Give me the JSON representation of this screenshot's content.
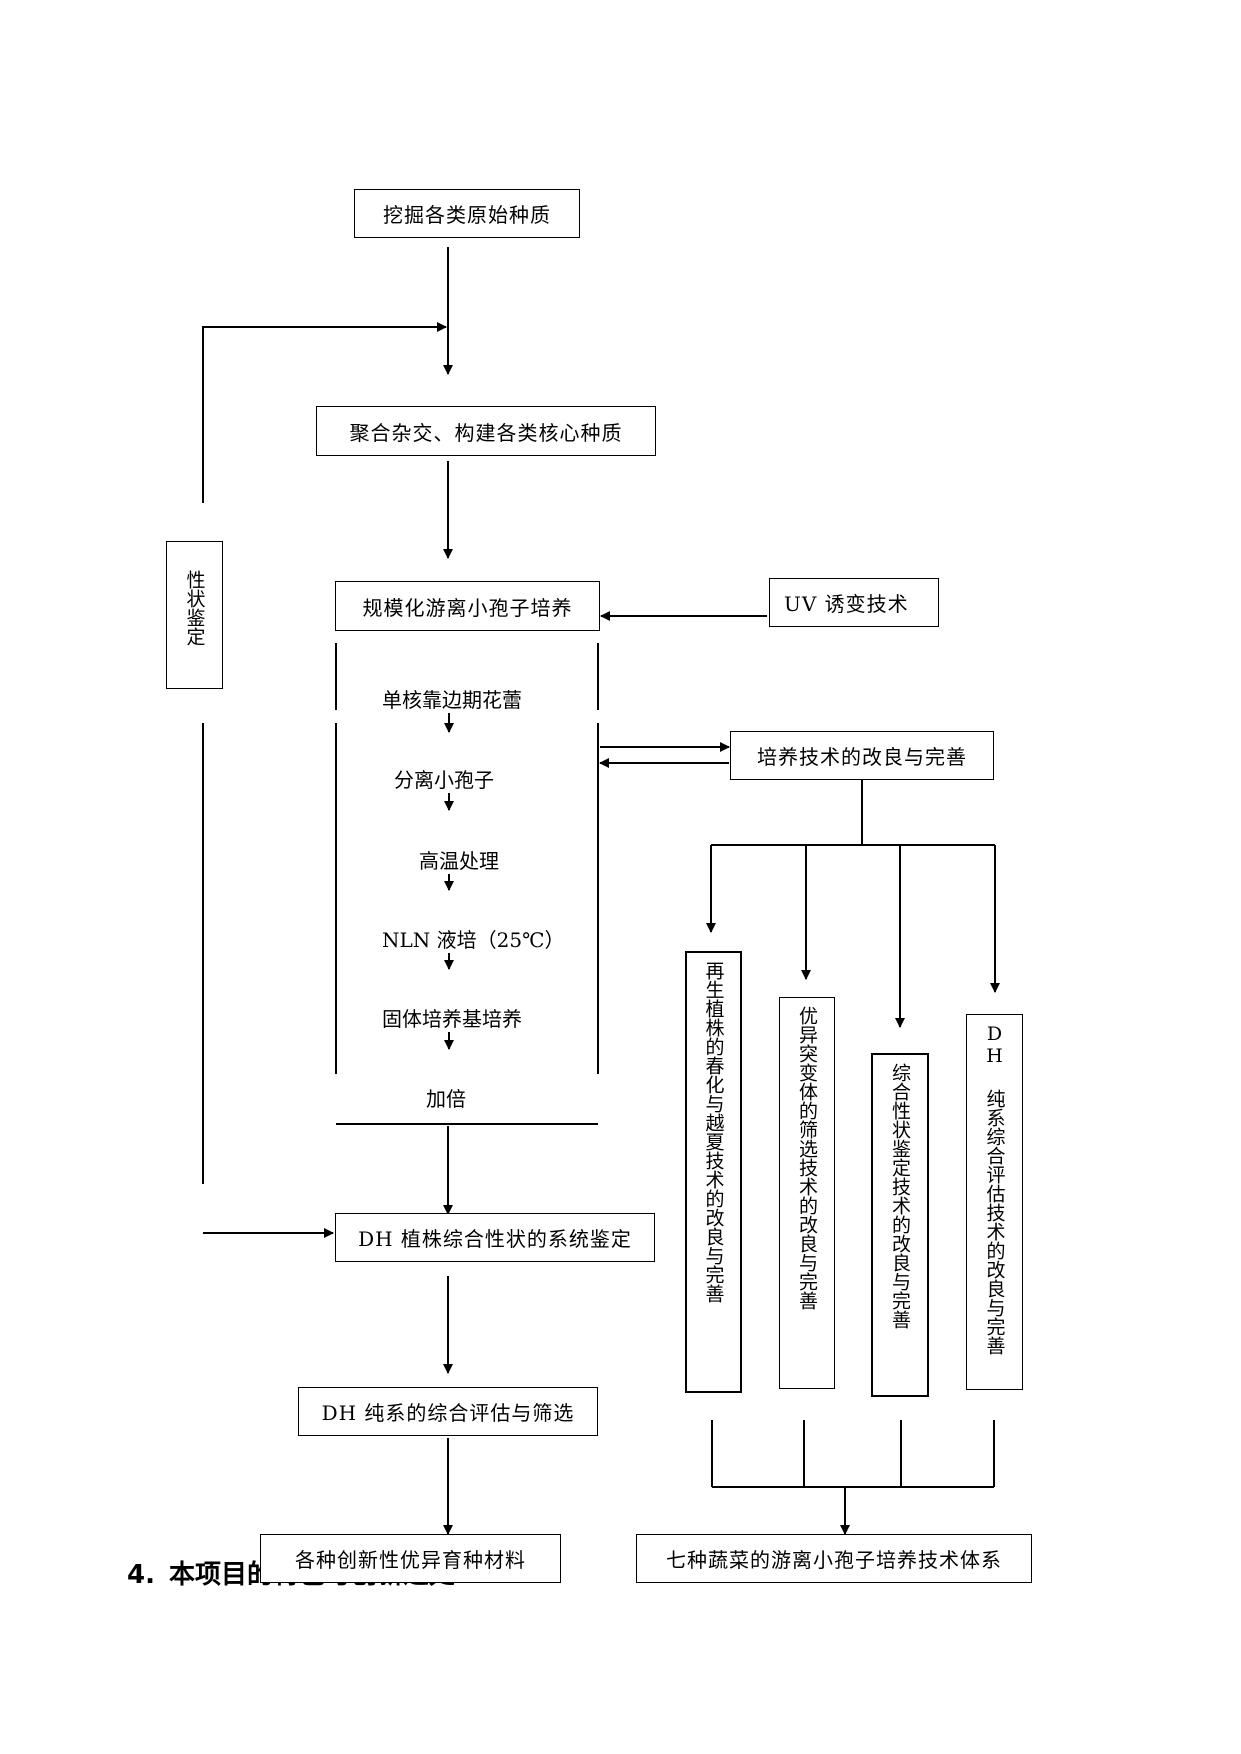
{
  "diagram": {
    "top_box": "挖掘各类原始种质",
    "hybrid_box": "聚合杂交、构建各类核心种质",
    "culture_box": "规模化游离小孢子培养",
    "uv_box": "UV 诱变技术",
    "trait_box": "性状鉴定",
    "improve_box": "培养技术的改良与完善",
    "steps": [
      "单核靠边期花蕾",
      "分离小孢子",
      "高温处理",
      "NLN 液培（25℃）",
      "固体培养基培养",
      "加倍"
    ],
    "dh_box": "DH 植株综合性状的系统鉴定",
    "eval_box": "DH 纯系的综合评估与筛选",
    "material_box": "各种创新性优异育种材料",
    "system_box": "七种蔬菜的游离小孢子培养技术体系",
    "branches": [
      "再生植株的春化与越夏技术的改良与完善",
      "优异突变体的筛选技术的改良与完善",
      "综合性状鉴定技术的改良与完善",
      "DH 纯系综合评估技术的改良与完善"
    ]
  },
  "section_heading": {
    "number": "4.",
    "text": "本项目的特色与创新之处"
  }
}
